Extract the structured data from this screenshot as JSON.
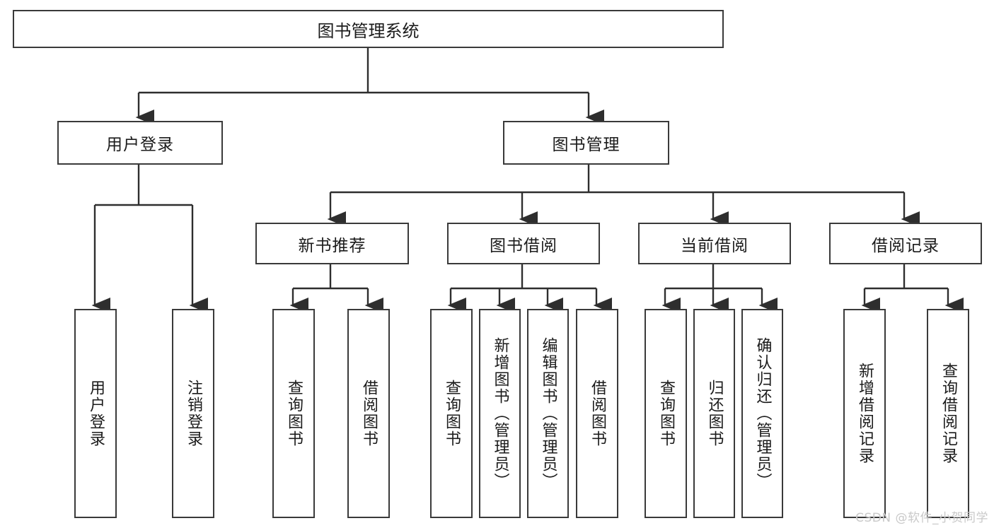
{
  "diagram": {
    "title": "图书管理系统",
    "watermark": "CSDN @软件_小贺同学",
    "type": "tree-hierarchy-diagram",
    "colors": {
      "box_border": "#3a3a3a",
      "box_fill": "#ffffff",
      "edge": "#2e2e2e",
      "text": "#1b1b1b",
      "watermark": "#c9c9c9",
      "background": "#ffffff"
    },
    "nodes": {
      "root": {
        "label": "图书管理系统"
      },
      "level2": [
        {
          "label": "用户登录"
        },
        {
          "label": "图书管理"
        }
      ],
      "level3": [
        {
          "label": "新书推荐"
        },
        {
          "label": "图书借阅"
        },
        {
          "label": "当前借阅"
        },
        {
          "label": "借阅记录"
        }
      ],
      "leaves": {
        "user_login": [
          {
            "label": "用户登录"
          },
          {
            "label": "注销登录"
          }
        ],
        "new_book_recommend": [
          {
            "label": "查询图书"
          },
          {
            "label": "借阅图书"
          }
        ],
        "book_borrow": [
          {
            "label": "查询图书"
          },
          {
            "label": "新增图书（管理员）"
          },
          {
            "label": "编辑图书（管理员）"
          },
          {
            "label": "借阅图书"
          }
        ],
        "current_borrow": [
          {
            "label": "查询图书"
          },
          {
            "label": "归还图书"
          },
          {
            "label": "确认归还（管理员）"
          }
        ],
        "borrow_record": [
          {
            "label": "新增借阅记录"
          },
          {
            "label": "查询借阅记录"
          }
        ]
      }
    }
  }
}
